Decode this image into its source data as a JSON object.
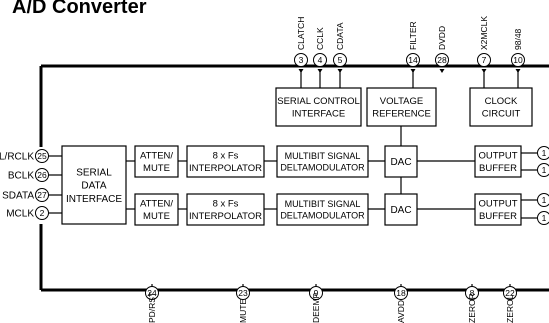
{
  "title": "A/D Converter",
  "top_pins": [
    {
      "num": "3",
      "name": "CLATCH"
    },
    {
      "num": "4",
      "name": "CCLK"
    },
    {
      "num": "5",
      "name": "CDATA"
    },
    {
      "num": "14",
      "name": "FILTER"
    },
    {
      "num": "28",
      "name": "DVDD"
    },
    {
      "num": "7",
      "name": "X2MCLK"
    },
    {
      "num": "10",
      "name": "98/48"
    }
  ],
  "left_pins": [
    {
      "num": "25",
      "name": "L/RCLK"
    },
    {
      "num": "26",
      "name": "BCLK"
    },
    {
      "num": "27",
      "name": "SDATA"
    },
    {
      "num": "2",
      "name": "MCLK"
    }
  ],
  "bottom_pins": [
    {
      "num": "24",
      "name": "PD/RST"
    },
    {
      "num": "23",
      "name": "MUTE"
    },
    {
      "num": "9",
      "name": "DEEMP"
    },
    {
      "num": "18",
      "name": "AVDD"
    },
    {
      "num": "8",
      "name": "ZEROR"
    },
    {
      "num": "22",
      "name": "ZEROL"
    }
  ],
  "right_pins": [
    "1",
    "1",
    "1",
    "1"
  ],
  "blocks": {
    "serial_control": [
      "SERIAL CONTROL",
      "INTERFACE"
    ],
    "voltage_reference": [
      "VOLTAGE",
      "REFERENCE"
    ],
    "clock_circuit": [
      "CLOCK",
      "CIRCUIT"
    ],
    "serial_data": [
      "SERIAL",
      "DATA",
      "INTERFACE"
    ],
    "atten_mute_1": [
      "ATTEN/",
      "MUTE"
    ],
    "atten_mute_2": [
      "ATTEN/",
      "MUTE"
    ],
    "interp_1": [
      "8 x Fs",
      "INTERPOLATOR"
    ],
    "interp_2": [
      "8 x Fs",
      "INTERPOLATOR"
    ],
    "mod_1": [
      "MULTIBIT SIGNAL",
      "DELTAMODULATOR"
    ],
    "mod_2": [
      "MULTIBIT SIGNAL",
      "DELTAMODULATOR"
    ],
    "dac_1": [
      "DAC"
    ],
    "dac_2": [
      "DAC"
    ],
    "buffer_1": [
      "OUTPUT",
      "BUFFER"
    ],
    "buffer_2": [
      "OUTPUT",
      "BUFFER"
    ]
  }
}
